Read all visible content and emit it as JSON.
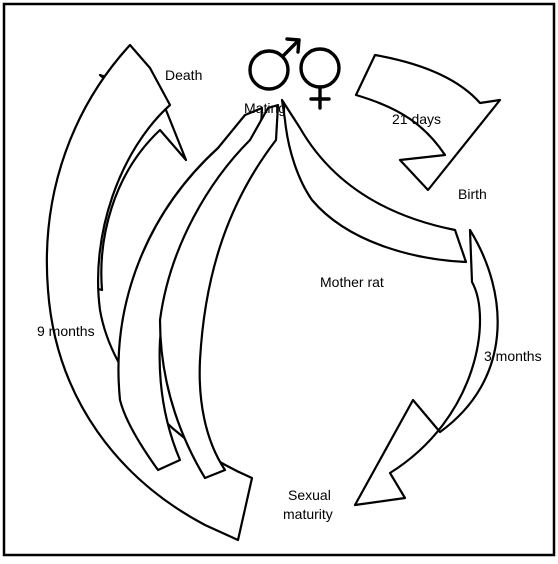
{
  "diagram": {
    "labels": {
      "mating": "Mating",
      "death": "Death",
      "gestation": "21 days",
      "birth": "Birth",
      "mother": "Mother rat",
      "to_maturity": "3 months",
      "maturity_line1": "Sexual",
      "maturity_line2": "maturity",
      "lifespan": "9 months"
    },
    "symbols": [
      "male-symbol",
      "female-symbol"
    ],
    "colors": {
      "ink": "#000000",
      "paper": "#ffffff"
    }
  }
}
